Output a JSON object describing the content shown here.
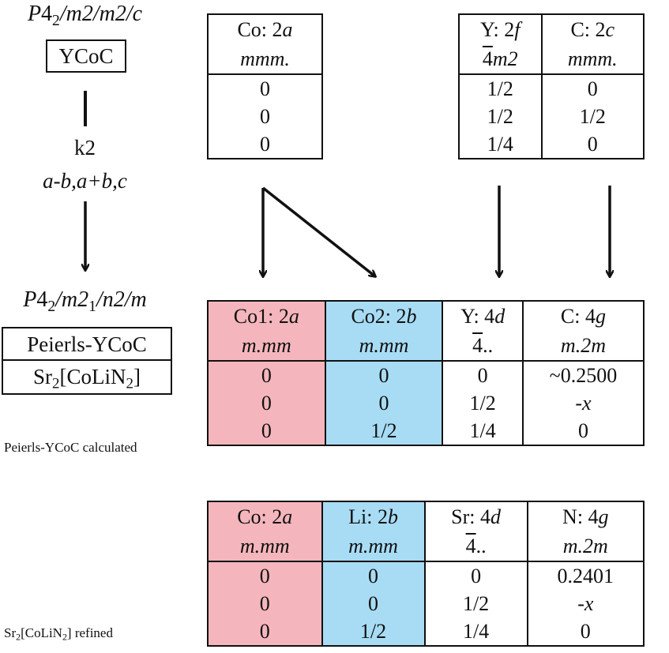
{
  "parent": {
    "space_group": {
      "p": "P",
      "n": "4",
      "sub": "2",
      "rest": "/m2/m2/c"
    },
    "name": "YCoC",
    "relation": "k2",
    "transform": "a-b,a+b,c"
  },
  "child": {
    "space_group": {
      "p": "P",
      "n": "4",
      "sub": "2",
      "mid": "/m2",
      "sub2": "1",
      "rest": "/n2/m"
    },
    "name1": "Peierls-YCoC",
    "name2_pre": "Sr",
    "name2_sub": "2",
    "name2_mid": "[CoLiN",
    "name2_sub2": "2",
    "name2_post": "]"
  },
  "tables": {
    "parent_co": {
      "cols": [
        {
          "el": "Co: 2",
          "wy": "a",
          "sym": "mmm.",
          "bar": ""
        }
      ],
      "rows": [
        [
          "0"
        ],
        [
          "0"
        ],
        [
          "0"
        ]
      ]
    },
    "parent_yc": {
      "cols": [
        {
          "el": "Y: 2",
          "wy": "f",
          "bar": "4",
          "sym": "m2"
        },
        {
          "el": "C: 2",
          "wy": "c",
          "bar": "",
          "sym": "mmm."
        }
      ],
      "rows": [
        [
          "1/2",
          "0"
        ],
        [
          "1/2",
          "1/2"
        ],
        [
          "1/4",
          "0"
        ]
      ]
    },
    "calculated": {
      "label": "Peierls-YCoC calculated",
      "cols": [
        {
          "el": "Co1: 2",
          "wy": "a",
          "bar": "",
          "sym": "m.mm"
        },
        {
          "el": "Co2: 2",
          "wy": "b",
          "bar": "",
          "sym": "m.mm"
        },
        {
          "el": "Y: 4",
          "wy": "d",
          "bar": "4",
          "sym": ".."
        },
        {
          "el": "C: 4",
          "wy": "g",
          "bar": "",
          "sym": "m.2m"
        }
      ],
      "rows": [
        [
          "0",
          "0",
          "0",
          "~0.2500"
        ],
        [
          "0",
          "0",
          "1/2",
          "-x"
        ],
        [
          "0",
          "1/2",
          "1/4",
          "0"
        ]
      ]
    },
    "refined": {
      "label_pre": "Sr",
      "label_sub": "2",
      "label_mid": "[CoLiN",
      "label_sub2": "2",
      "label_post": "] refined",
      "cols": [
        {
          "el": "Co: 2",
          "wy": "a",
          "bar": "",
          "sym": "m.mm"
        },
        {
          "el": "Li: 2",
          "wy": "b",
          "bar": "",
          "sym": "m.mm"
        },
        {
          "el": "Sr: 4",
          "wy": "d",
          "bar": "4",
          "sym": ".."
        },
        {
          "el": "N: 4",
          "wy": "g",
          "bar": "",
          "sym": "m.2m"
        }
      ],
      "rows": [
        [
          "0",
          "0",
          "0",
          "0.2401"
        ],
        [
          "0",
          "0",
          "1/2",
          "-x"
        ],
        [
          "0",
          "1/2",
          "1/4",
          "0"
        ]
      ]
    }
  },
  "colors": {
    "co_site": "#f4b6bc",
    "second_site": "#a8dcf5"
  }
}
